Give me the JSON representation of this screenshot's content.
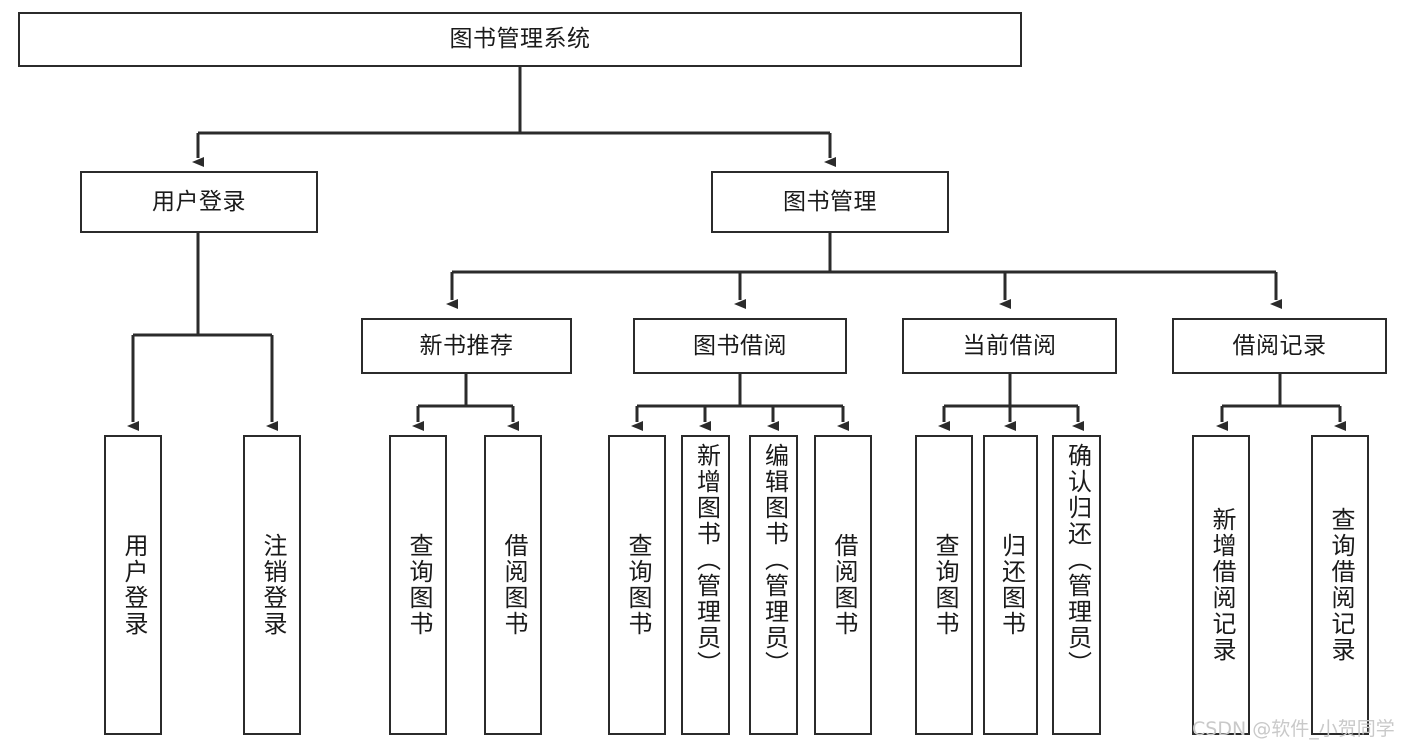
{
  "diagram": {
    "title": "图书管理系统",
    "type": "tree-hierarchy",
    "line_color": "#2b2b2b",
    "box_fill": "#ffffff",
    "text_color": "#1a1a1a",
    "nodes": {
      "root": {
        "label": "图书管理系统"
      },
      "level1": [
        {
          "label": "用户登录"
        },
        {
          "label": "图书管理"
        }
      ],
      "level2": [
        {
          "label": "新书推荐"
        },
        {
          "label": "图书借阅"
        },
        {
          "label": "当前借阅"
        },
        {
          "label": "借阅记录"
        }
      ],
      "leaves_user_login": [
        {
          "label": "用户登录"
        },
        {
          "label": "注销登录"
        }
      ],
      "leaves_new_books": [
        {
          "label": "查询图书"
        },
        {
          "label": "借阅图书"
        }
      ],
      "leaves_borrow": [
        {
          "label": "查询图书"
        },
        {
          "label": "新增图书（管理员）"
        },
        {
          "label": "编辑图书（管理员）"
        },
        {
          "label": "借阅图书"
        }
      ],
      "leaves_current": [
        {
          "label": "查询图书"
        },
        {
          "label": "归还图书"
        },
        {
          "label": "确认归还（管理员）"
        }
      ],
      "leaves_records": [
        {
          "label": "新增借阅记录"
        },
        {
          "label": "查询借阅记录"
        }
      ]
    }
  },
  "watermark": {
    "text": "CSDN @软件_小贺同学",
    "color": "#c9c9c9"
  }
}
